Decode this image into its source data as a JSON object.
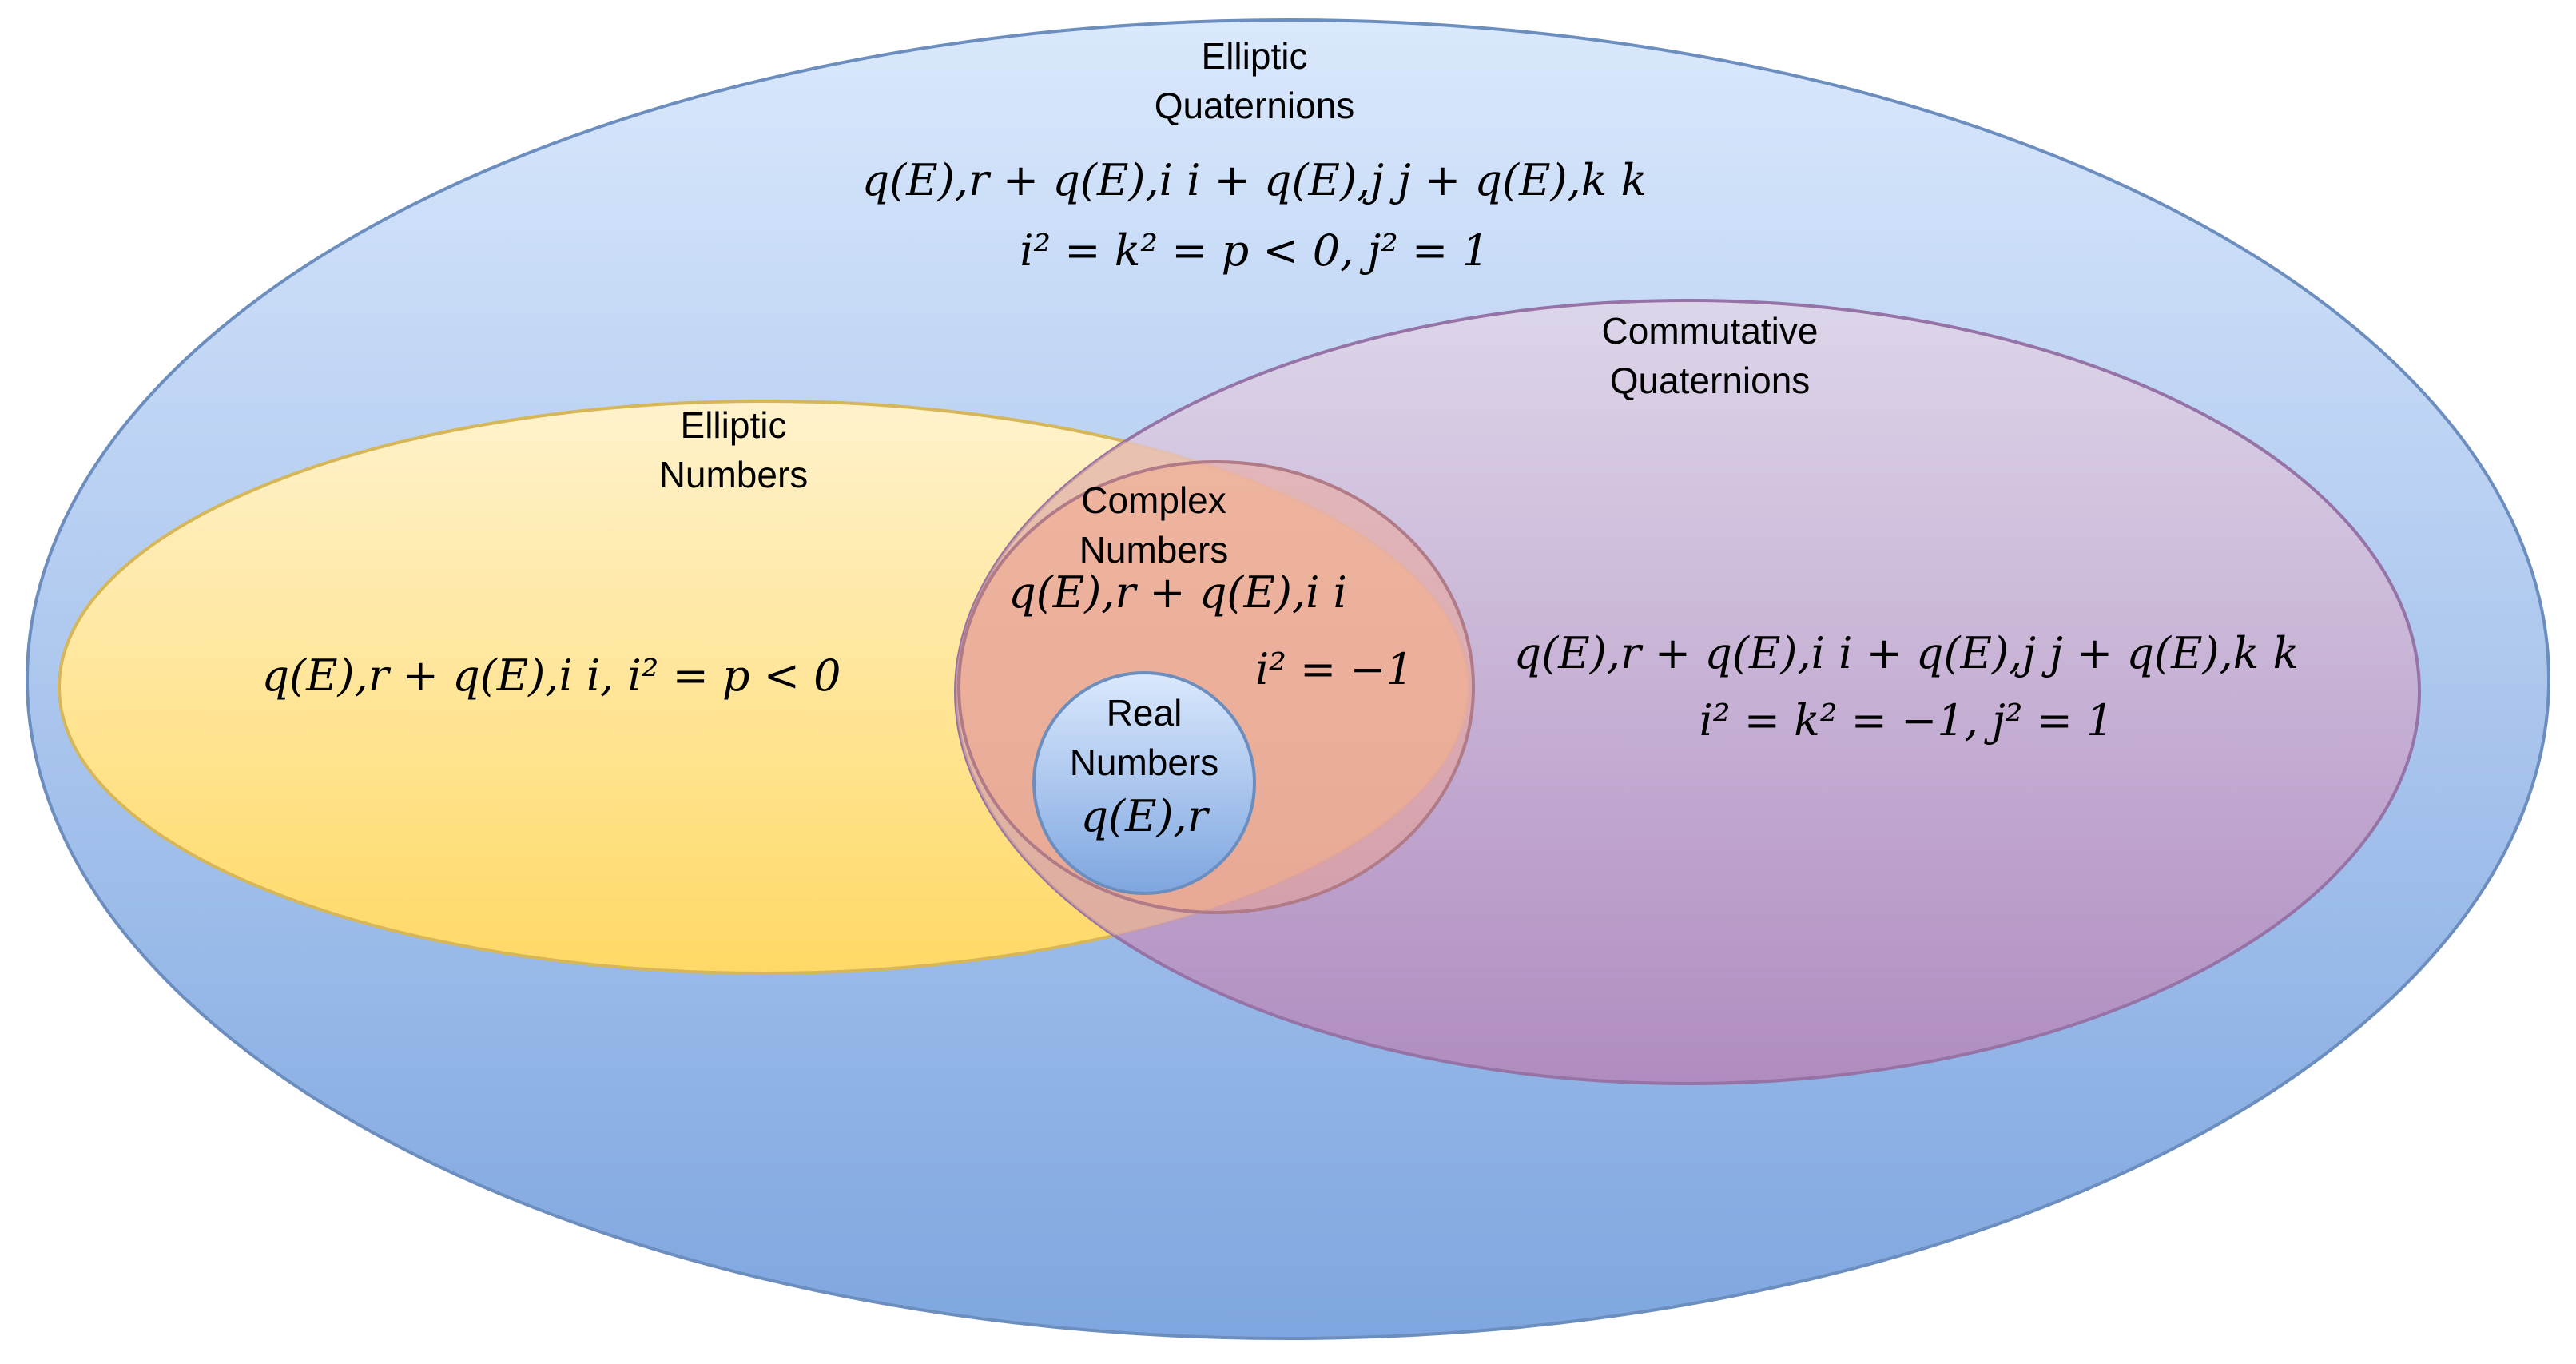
{
  "colors": {
    "outer_fill_top": "#dae8fc",
    "outer_fill_bottom": "#7ea6e0",
    "outer_stroke": "#6c8ebf",
    "elliptic_fill_top": "#fff2cc",
    "elliptic_fill_bottom": "#ffd966",
    "elliptic_stroke": "#d6b656",
    "commutative_fill_top": "#e1d5e7",
    "commutative_fill_bottom": "#b685b9",
    "commutative_stroke": "#9673a6",
    "complex_fill": "#f4a58a",
    "complex_stroke": "#b07a86",
    "real_fill_top": "#dae8fc",
    "real_fill_bottom": "#7ea6e0",
    "real_stroke": "#6c8ebf"
  },
  "elliptic_quaternions": {
    "title_line1": "Elliptic",
    "title_line2": "Quaternions",
    "formula_line1": "q(E),r + q(E),i i + q(E),j j + q(E),k k",
    "formula_line2": "i² = k² = p < 0, j² = 1"
  },
  "commutative_quaternions": {
    "title_line1": "Commutative",
    "title_line2": "Quaternions",
    "formula_line1": "q(E),r + q(E),i i + q(E),j j + q(E),k k",
    "formula_line2": "i² = k² = −1, j² = 1"
  },
  "elliptic_numbers": {
    "title_line1": "Elliptic",
    "title_line2": "Numbers",
    "formula": "q(E),r + q(E),i i, i² = p < 0"
  },
  "complex_numbers": {
    "title_line1": "Complex",
    "title_line2": "Numbers",
    "formula_line1": "q(E),r + q(E),i i",
    "formula_line2": "i² = −1"
  },
  "real_numbers": {
    "title_line1": "Real",
    "title_line2": "Numbers",
    "formula": "q(E),r"
  }
}
